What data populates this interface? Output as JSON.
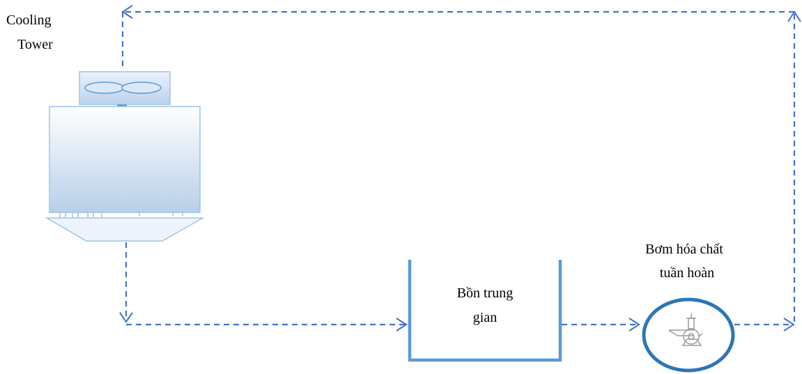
{
  "nodes": {
    "cooling_tower": {
      "line1": "Cooling",
      "line2": "Tower",
      "icon": "cooling-tower-icon"
    },
    "tank": {
      "line1": "Bồn trung",
      "line2": "gian",
      "icon": "open-tank-icon"
    },
    "pump": {
      "line1": "Bơm hóa chất",
      "line2": "tuần hoàn",
      "icon": "pump-icon"
    }
  },
  "colors": {
    "flow_line": "#4472c4",
    "tower_outline": "#9dc3e6",
    "tower_fill_top": "#ffffff",
    "tower_fill_bottom": "#b8cfe9",
    "tank_outline": "#5b9bd5",
    "pump_outline": "#2e75b6"
  }
}
